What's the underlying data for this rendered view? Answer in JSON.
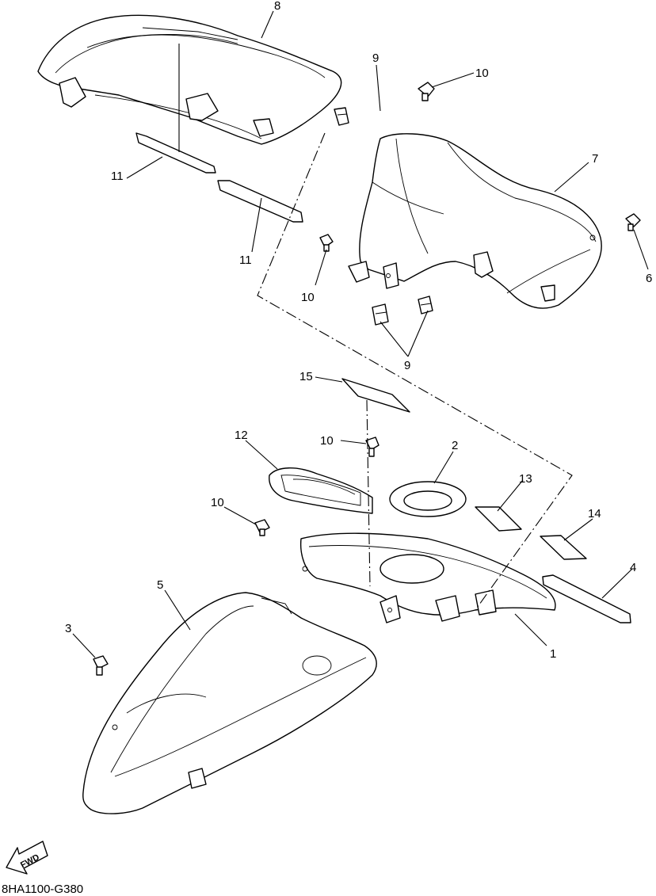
{
  "diagram_code": "8HA1100-G380",
  "fwd_label": "FWD",
  "callouts": {
    "c1": "1",
    "c2": "2",
    "c3": "3",
    "c4": "4",
    "c5": "5",
    "c6": "6",
    "c7": "7",
    "c8": "8",
    "c9a": "9",
    "c9b": "9",
    "c10a": "10",
    "c10b": "10",
    "c10c": "10",
    "c10d": "10",
    "c11a": "11",
    "c11b": "11",
    "c12": "12",
    "c13": "13",
    "c14": "14",
    "c15": "15"
  }
}
